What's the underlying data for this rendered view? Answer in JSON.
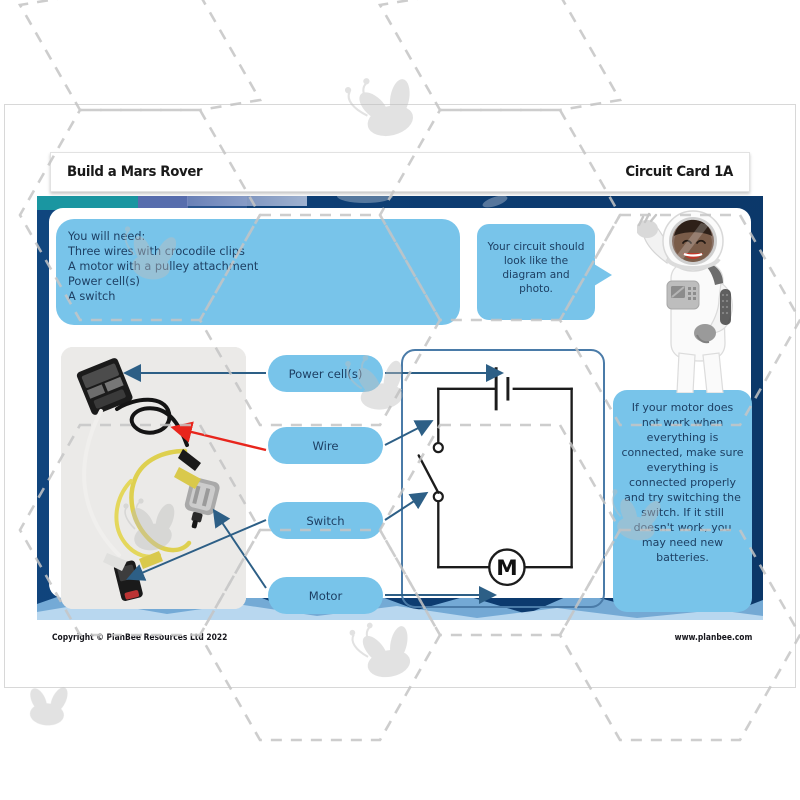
{
  "header": {
    "title": "Build a Mars Rover",
    "card_id": "Circuit Card 1A"
  },
  "materials": {
    "heading": "You will need:",
    "items": [
      "Three wires with crocodile clips",
      "A motor with a pulley attachment",
      "Power cell(s)",
      "A switch"
    ]
  },
  "speech_bubble": {
    "text": "Your circuit should look like the diagram and photo."
  },
  "tip": {
    "text": "If your motor does not work when everything is connected, make sure everything is connected properly and try switching the switch. If it still doesn't work, you may need new batteries."
  },
  "labels": [
    {
      "id": "power-cell",
      "text": "Power cell(s)"
    },
    {
      "id": "wire",
      "text": "Wire"
    },
    {
      "id": "switch",
      "text": "Switch"
    },
    {
      "id": "motor",
      "text": "Motor"
    }
  ],
  "diagram": {
    "motor_symbol": "M",
    "components": [
      "battery cell",
      "open switch",
      "motor"
    ]
  },
  "photos": {
    "parts_photo_alt": "photo of motor, switch, battery holder and crocodile clip wires",
    "circuit_photo_alt": "photo of assembled circuit with battery holder, wires, motor and switch"
  },
  "astronaut": {
    "alt": "cartoon astronaut waving"
  },
  "footer": {
    "copyright": "Copyright © PlanBee Resources Ltd 2022",
    "website": "www.planbee.com"
  },
  "colors": {
    "card_border": "#0d3c73",
    "callout_blue": "#78c4ea",
    "callout_text": "#1d3f63",
    "arrow_blue": "#2d5f86",
    "arrow_red": "#e8251c",
    "watermark_grey": "#c8c8c8"
  }
}
